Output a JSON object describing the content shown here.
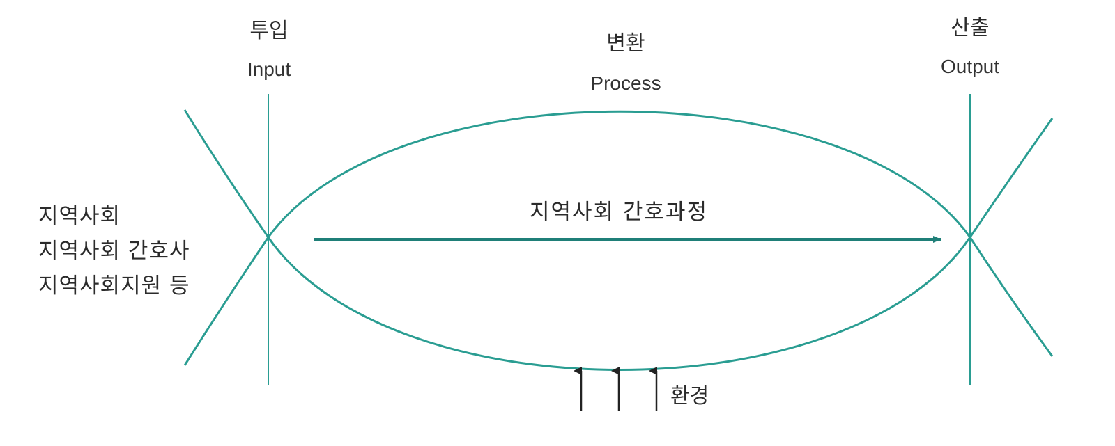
{
  "stages": {
    "input": {
      "ko": "투입",
      "en": "Input"
    },
    "process": {
      "ko": "변환",
      "en": "Process"
    },
    "output": {
      "ko": "산출",
      "en": "Output"
    }
  },
  "inputs": [
    "지역사회",
    "지역사회 간호사",
    "지역사회지원 등"
  ],
  "process_label": "지역사회 간호과정",
  "environment_label": "환경",
  "colors": {
    "curve": "#2a9d92",
    "arrow": "#1f7f78",
    "text": "#2b2b2b"
  }
}
